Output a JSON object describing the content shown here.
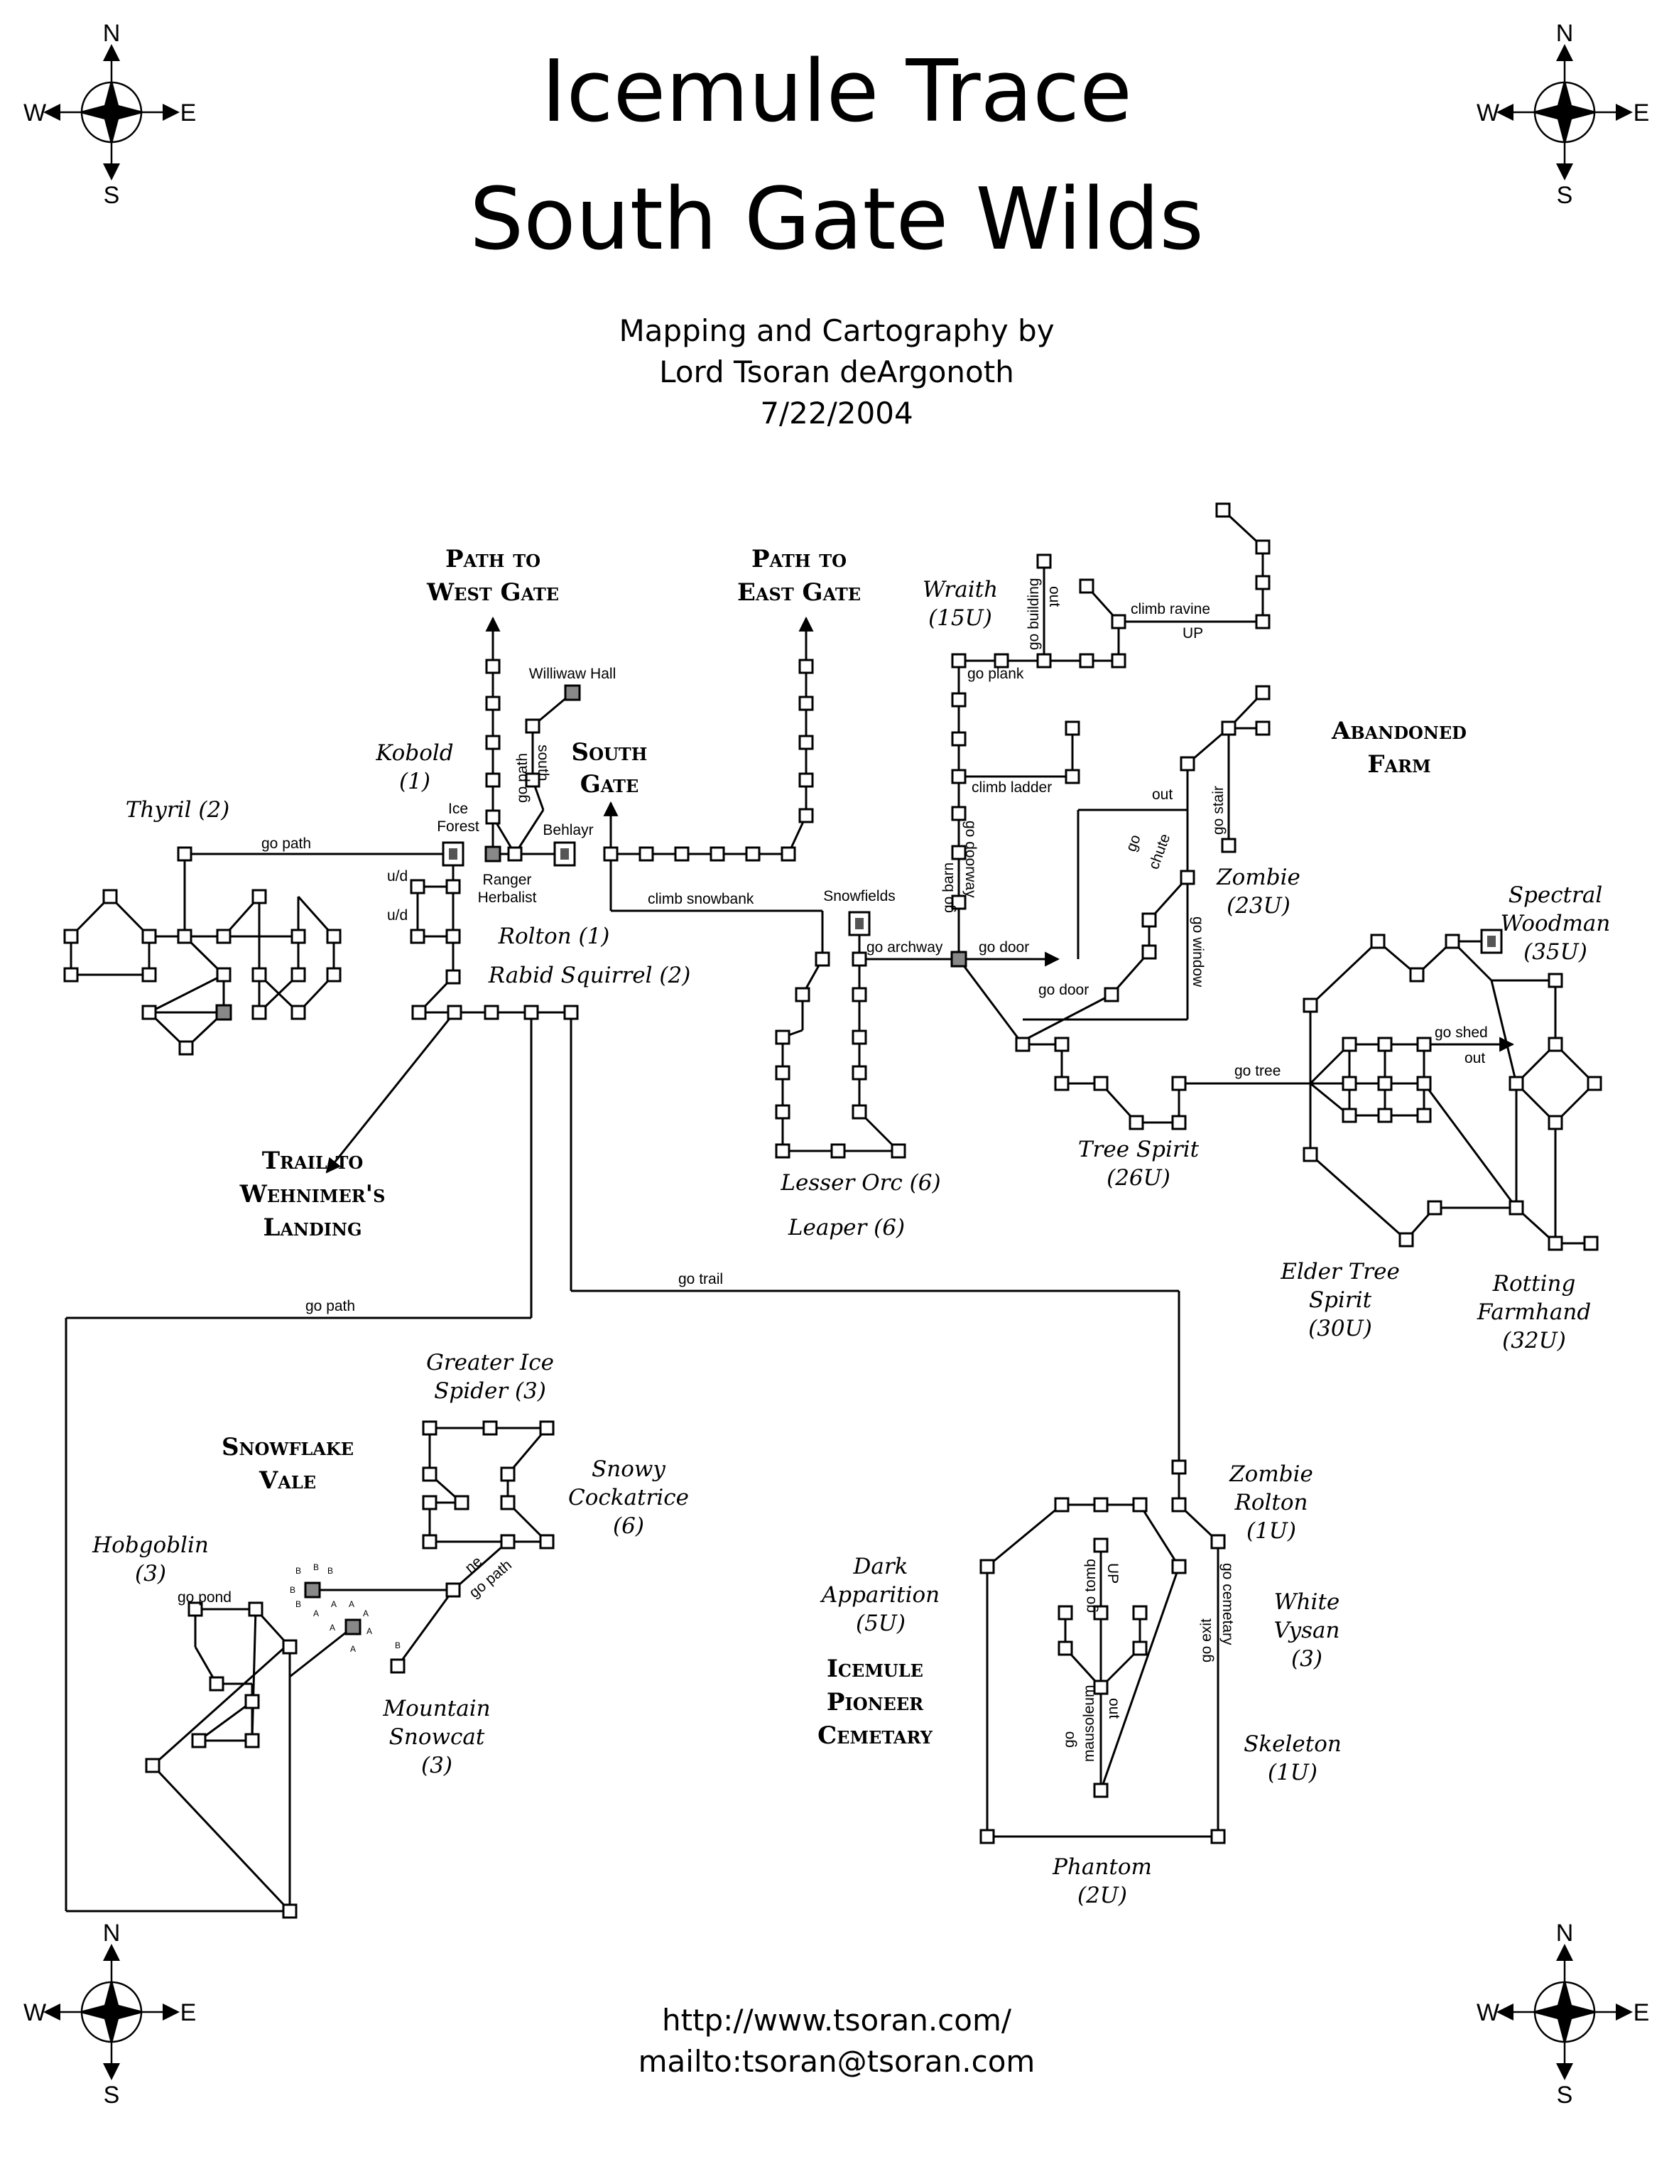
{
  "header": {
    "title_line1": "Icemule Trace",
    "title_line2": "South Gate Wilds",
    "credit_line1": "Mapping and Cartography by",
    "credit_line2": "Lord Tsoran deArgonoth",
    "credit_date": "7/22/2004"
  },
  "footer": {
    "url": "http://www.tsoran.com/",
    "mail": "mailto:tsoran@tsoran.com"
  },
  "compass": {
    "n": "N",
    "s": "S",
    "e": "E",
    "w": "W"
  },
  "regions": {
    "path_west_1": "Path to",
    "path_west_2": "West Gate",
    "path_east_1": "Path to",
    "path_east_2": "East Gate",
    "south_gate_1": "South",
    "south_gate_2": "Gate",
    "abandoned_1": "Abandoned",
    "abandoned_2": "Farm",
    "trail_1": "Trail to",
    "trail_2": "Wehnimer's",
    "trail_3": "Landing",
    "snowflake_1": "Snowflake",
    "snowflake_2": "Vale",
    "cemetary_1": "Icemule",
    "cemetary_2": "Pioneer",
    "cemetary_3": "Cemetary"
  },
  "creatures": {
    "kobold": "Kobold",
    "kobold_lvl": "(1)",
    "thyril": "Thyril (2)",
    "rolton": "Rolton (1)",
    "rabid_squirrel": "Rabid Squirrel (2)",
    "wraith": "Wraith",
    "wraith_lvl": "(15U)",
    "zombie": "Zombie",
    "zombie_lvl": "(23U)",
    "spectral_1": "Spectral",
    "spectral_2": "Woodman",
    "spectral_lvl": "(35U)",
    "tree_spirit": "Tree Spirit",
    "tree_spirit_lvl": "(26U)",
    "lesser_orc": "Lesser Orc (6)",
    "leaper": "Leaper (6)",
    "elder_1": "Elder Tree",
    "elder_2": "Spirit",
    "elder_lvl": "(30U)",
    "rotting_1": "Rotting",
    "rotting_2": "Farmhand",
    "rotting_lvl": "(32U)",
    "greater_1": "Greater Ice",
    "greater_2": "Spider (3)",
    "snowy_1": "Snowy",
    "snowy_2": "Cockatrice",
    "snowy_lvl": "(6)",
    "hobgoblin": "Hobgoblin",
    "hobgoblin_lvl": "(3)",
    "mountain_1": "Mountain",
    "mountain_2": "Snowcat",
    "mountain_lvl": "(3)",
    "zombie_rolton_1": "Zombie",
    "zombie_rolton_2": "Rolton",
    "zombie_rolton_lvl": "(1U)",
    "dark_1": "Dark",
    "dark_2": "Apparition",
    "dark_lvl": "(5U)",
    "white_1": "White",
    "white_2": "Vysan",
    "white_lvl": "(3)",
    "skeleton": "Skeleton",
    "skeleton_lvl": "(1U)",
    "phantom": "Phantom",
    "phantom_lvl": "(2U)"
  },
  "places": {
    "williwaw": "Williwaw Hall",
    "ice_forest_1": "Ice",
    "ice_forest_2": "Forest",
    "ranger_1": "Ranger",
    "ranger_2": "Herbalist",
    "behlayr": "Behlayr",
    "snowfields": "Snowfields"
  },
  "connections": {
    "go_path": "go path",
    "ud": "u/d",
    "climb_snowbank": "climb snowbank",
    "go_path_v": "go path",
    "south": "south",
    "go_plank": "go plank",
    "go_building": "go building",
    "out": "out",
    "climb_ravine": "climb ravine",
    "up": "UP",
    "climb_ladder": "climb ladder",
    "go_barn": "go barn",
    "go_doorway": "go doorway",
    "go_archway": "go archway",
    "go_door": "go door",
    "go": "go",
    "chute": "chute",
    "go_stair": "go stair",
    "go_window": "go window",
    "go_tree": "go tree",
    "go_shed": "go shed",
    "go_trail": "go trail",
    "go_pond": "go pond",
    "ne": "ne",
    "go_tomb": "go tomb",
    "mausoleum": "mausoleum",
    "go_exit": "go exit",
    "go_cemetary": "go cemetary",
    "a": "A",
    "b": "B"
  }
}
